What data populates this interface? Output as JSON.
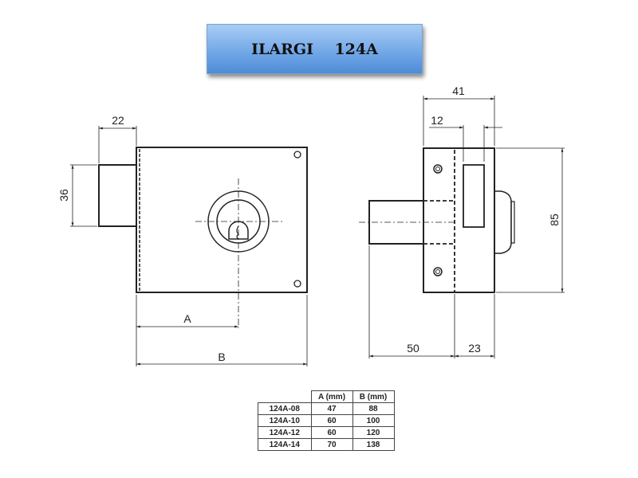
{
  "title": "ILARGI    124A",
  "dimensions": {
    "bolt_length": "22",
    "bolt_height": "36",
    "dim_a": "A",
    "dim_b": "B",
    "depth": "41",
    "strike": "12",
    "height": "85",
    "bolt_projection": "50",
    "cover": "23"
  },
  "table": {
    "headers": [
      "",
      "A (mm)",
      "B (mm)"
    ],
    "rows": [
      [
        "124A-08",
        "47",
        "88"
      ],
      [
        "124A-10",
        "60",
        "100"
      ],
      [
        "124A-12",
        "60",
        "120"
      ],
      [
        "124A-14",
        "70",
        "138"
      ]
    ]
  }
}
